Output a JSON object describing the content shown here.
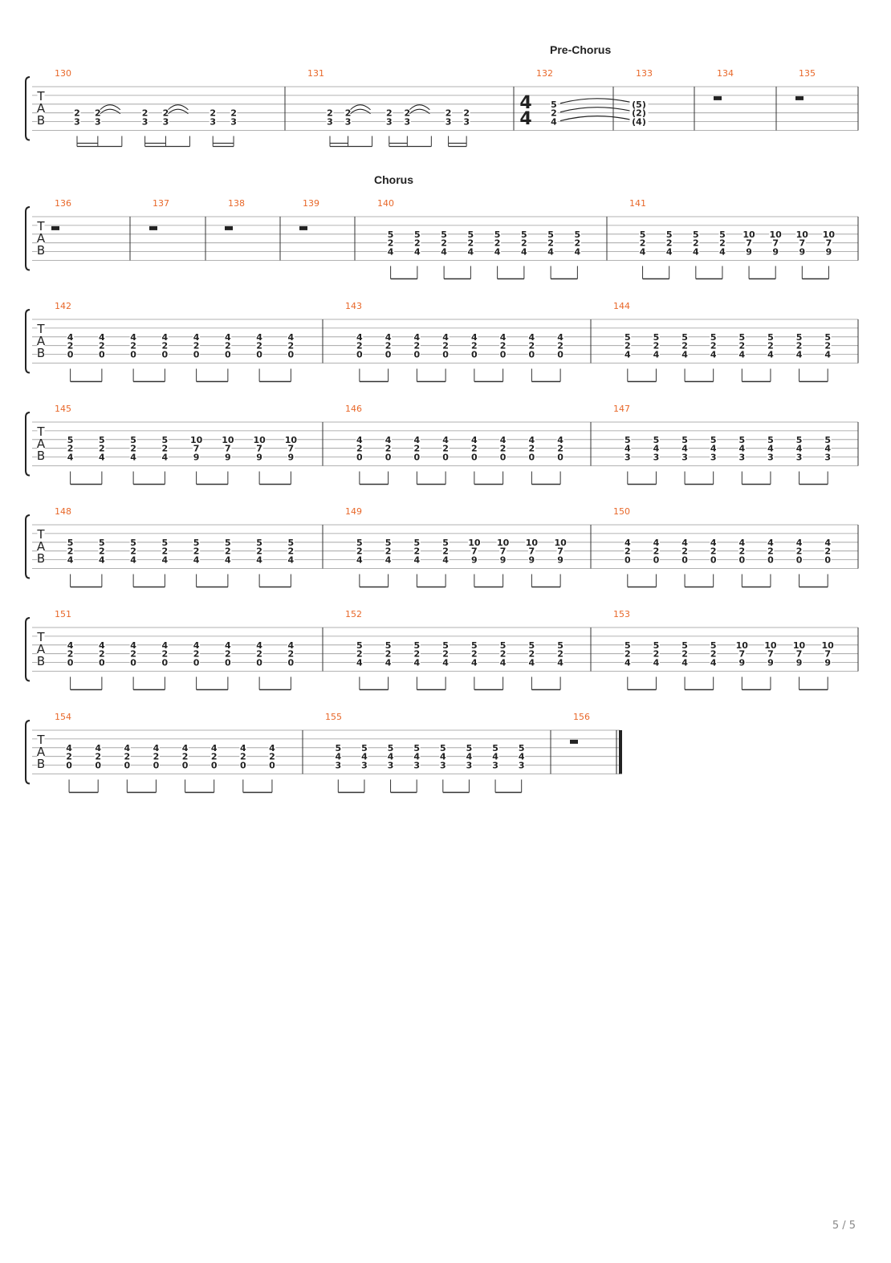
{
  "tab_clef": [
    "T",
    "A",
    "B"
  ],
  "time_signature": {
    "numerator": "4",
    "denominator": "4"
  },
  "section_labels": [
    "Pre-Chorus",
    "Chorus"
  ],
  "page_number": "5 / 5",
  "systems": [
    {
      "measures": [
        {
          "number": "130",
          "cells": [
            [
              "2",
              "3"
            ],
            [
              "2",
              "3"
            ],
            [
              "2",
              "3"
            ],
            [
              "2",
              "3"
            ],
            [
              "2",
              "3"
            ],
            [
              "2",
              "3"
            ]
          ],
          "ties": [
            1,
            3
          ],
          "beams": [
            [
              0,
              1,
              2
            ],
            [
              3,
              4,
              5
            ],
            [
              6,
              7
            ]
          ]
        },
        {
          "number": "131",
          "cells": [
            [
              "2",
              "3"
            ],
            [
              "2",
              "3"
            ],
            [
              "2",
              "3"
            ],
            [
              "2",
              "3"
            ],
            [
              "2",
              "3"
            ],
            [
              "2",
              "3"
            ]
          ],
          "ties": [
            1,
            3
          ],
          "beams": [
            [
              0,
              1,
              2
            ],
            [
              3,
              4,
              5
            ],
            [
              6,
              7
            ]
          ]
        },
        {
          "number": "132",
          "label": "Pre-Chorus",
          "timesig": true,
          "chord": [
            "5",
            "2",
            "4"
          ]
        },
        {
          "number": "133",
          "chord_tied": [
            "(5)",
            "(2)",
            "(4)"
          ]
        },
        {
          "number": "134",
          "rest": true
        },
        {
          "number": "135",
          "rest": true
        }
      ]
    },
    {
      "measures": [
        {
          "number": "136",
          "label": "Chorus",
          "rest": true
        },
        {
          "number": "137",
          "rest": true
        },
        {
          "number": "138",
          "rest": true
        },
        {
          "number": "139",
          "rest": true
        },
        {
          "number": "140",
          "chords": [
            [
              "5",
              "2",
              "4"
            ],
            [
              "5",
              "2",
              "4"
            ],
            [
              "5",
              "2",
              "4"
            ],
            [
              "5",
              "2",
              "4"
            ],
            [
              "5",
              "2",
              "4"
            ],
            [
              "5",
              "2",
              "4"
            ],
            [
              "5",
              "2",
              "4"
            ],
            [
              "5",
              "2",
              "4"
            ]
          ]
        },
        {
          "number": "141",
          "chords": [
            [
              "5",
              "2",
              "4"
            ],
            [
              "5",
              "2",
              "4"
            ],
            [
              "5",
              "2",
              "4"
            ],
            [
              "5",
              "2",
              "4"
            ],
            [
              "10",
              "7",
              "9"
            ],
            [
              "10",
              "7",
              "9"
            ],
            [
              "10",
              "7",
              "9"
            ],
            [
              "10",
              "7",
              "9"
            ]
          ]
        }
      ]
    },
    {
      "measures": [
        {
          "number": "142",
          "chords": [
            [
              "4",
              "2",
              "0"
            ],
            [
              "4",
              "2",
              "0"
            ],
            [
              "4",
              "2",
              "0"
            ],
            [
              "4",
              "2",
              "0"
            ],
            [
              "4",
              "2",
              "0"
            ],
            [
              "4",
              "2",
              "0"
            ],
            [
              "4",
              "2",
              "0"
            ],
            [
              "4",
              "2",
              "0"
            ]
          ]
        },
        {
          "number": "143",
          "chords": [
            [
              "4",
              "2",
              "0"
            ],
            [
              "4",
              "2",
              "0"
            ],
            [
              "4",
              "2",
              "0"
            ],
            [
              "4",
              "2",
              "0"
            ],
            [
              "4",
              "2",
              "0"
            ],
            [
              "4",
              "2",
              "0"
            ],
            [
              "4",
              "2",
              "0"
            ],
            [
              "4",
              "2",
              "0"
            ]
          ]
        },
        {
          "number": "144",
          "chords": [
            [
              "5",
              "2",
              "4"
            ],
            [
              "5",
              "2",
              "4"
            ],
            [
              "5",
              "2",
              "4"
            ],
            [
              "5",
              "2",
              "4"
            ],
            [
              "5",
              "2",
              "4"
            ],
            [
              "5",
              "2",
              "4"
            ],
            [
              "5",
              "2",
              "4"
            ],
            [
              "5",
              "2",
              "4"
            ]
          ]
        }
      ]
    },
    {
      "measures": [
        {
          "number": "145",
          "chords": [
            [
              "5",
              "2",
              "4"
            ],
            [
              "5",
              "2",
              "4"
            ],
            [
              "5",
              "2",
              "4"
            ],
            [
              "5",
              "2",
              "4"
            ],
            [
              "10",
              "7",
              "9"
            ],
            [
              "10",
              "7",
              "9"
            ],
            [
              "10",
              "7",
              "9"
            ],
            [
              "10",
              "7",
              "9"
            ]
          ]
        },
        {
          "number": "146",
          "chords": [
            [
              "4",
              "2",
              "0"
            ],
            [
              "4",
              "2",
              "0"
            ],
            [
              "4",
              "2",
              "0"
            ],
            [
              "4",
              "2",
              "0"
            ],
            [
              "4",
              "2",
              "0"
            ],
            [
              "4",
              "2",
              "0"
            ],
            [
              "4",
              "2",
              "0"
            ],
            [
              "4",
              "2",
              "0"
            ]
          ]
        },
        {
          "number": "147",
          "chords": [
            [
              "5",
              "4",
              "3"
            ],
            [
              "5",
              "4",
              "3"
            ],
            [
              "5",
              "4",
              "3"
            ],
            [
              "5",
              "4",
              "3"
            ],
            [
              "5",
              "4",
              "3"
            ],
            [
              "5",
              "4",
              "3"
            ],
            [
              "5",
              "4",
              "3"
            ],
            [
              "5",
              "4",
              "3"
            ]
          ]
        }
      ]
    },
    {
      "measures": [
        {
          "number": "148",
          "chords": [
            [
              "5",
              "2",
              "4"
            ],
            [
              "5",
              "2",
              "4"
            ],
            [
              "5",
              "2",
              "4"
            ],
            [
              "5",
              "2",
              "4"
            ],
            [
              "5",
              "2",
              "4"
            ],
            [
              "5",
              "2",
              "4"
            ],
            [
              "5",
              "2",
              "4"
            ],
            [
              "5",
              "2",
              "4"
            ]
          ]
        },
        {
          "number": "149",
          "chords": [
            [
              "5",
              "2",
              "4"
            ],
            [
              "5",
              "2",
              "4"
            ],
            [
              "5",
              "2",
              "4"
            ],
            [
              "5",
              "2",
              "4"
            ],
            [
              "10",
              "7",
              "9"
            ],
            [
              "10",
              "7",
              "9"
            ],
            [
              "10",
              "7",
              "9"
            ],
            [
              "10",
              "7",
              "9"
            ]
          ]
        },
        {
          "number": "150",
          "chords": [
            [
              "4",
              "2",
              "0"
            ],
            [
              "4",
              "2",
              "0"
            ],
            [
              "4",
              "2",
              "0"
            ],
            [
              "4",
              "2",
              "0"
            ],
            [
              "4",
              "2",
              "0"
            ],
            [
              "4",
              "2",
              "0"
            ],
            [
              "4",
              "2",
              "0"
            ],
            [
              "4",
              "2",
              "0"
            ]
          ]
        }
      ]
    },
    {
      "measures": [
        {
          "number": "151",
          "chords": [
            [
              "4",
              "2",
              "0"
            ],
            [
              "4",
              "2",
              "0"
            ],
            [
              "4",
              "2",
              "0"
            ],
            [
              "4",
              "2",
              "0"
            ],
            [
              "4",
              "2",
              "0"
            ],
            [
              "4",
              "2",
              "0"
            ],
            [
              "4",
              "2",
              "0"
            ],
            [
              "4",
              "2",
              "0"
            ]
          ]
        },
        {
          "number": "152",
          "chords": [
            [
              "5",
              "2",
              "4"
            ],
            [
              "5",
              "2",
              "4"
            ],
            [
              "5",
              "2",
              "4"
            ],
            [
              "5",
              "2",
              "4"
            ],
            [
              "5",
              "2",
              "4"
            ],
            [
              "5",
              "2",
              "4"
            ],
            [
              "5",
              "2",
              "4"
            ],
            [
              "5",
              "2",
              "4"
            ]
          ]
        },
        {
          "number": "153",
          "chords": [
            [
              "5",
              "2",
              "4"
            ],
            [
              "5",
              "2",
              "4"
            ],
            [
              "5",
              "2",
              "4"
            ],
            [
              "5",
              "2",
              "4"
            ],
            [
              "10",
              "7",
              "9"
            ],
            [
              "10",
              "7",
              "9"
            ],
            [
              "10",
              "7",
              "9"
            ],
            [
              "10",
              "7",
              "9"
            ]
          ]
        }
      ]
    },
    {
      "measures": [
        {
          "number": "154",
          "chords": [
            [
              "4",
              "2",
              "0"
            ],
            [
              "4",
              "2",
              "0"
            ],
            [
              "4",
              "2",
              "0"
            ],
            [
              "4",
              "2",
              "0"
            ],
            [
              "4",
              "2",
              "0"
            ],
            [
              "4",
              "2",
              "0"
            ],
            [
              "4",
              "2",
              "0"
            ],
            [
              "4",
              "2",
              "0"
            ]
          ]
        },
        {
          "number": "155",
          "chords": [
            [
              "5",
              "4",
              "3"
            ],
            [
              "5",
              "4",
              "3"
            ],
            [
              "5",
              "4",
              "3"
            ],
            [
              "5",
              "4",
              "3"
            ],
            [
              "5",
              "4",
              "3"
            ],
            [
              "5",
              "4",
              "3"
            ],
            [
              "5",
              "4",
              "3"
            ],
            [
              "5",
              "4",
              "3"
            ]
          ]
        },
        {
          "number": "156",
          "rest": true,
          "final": true
        }
      ]
    }
  ]
}
